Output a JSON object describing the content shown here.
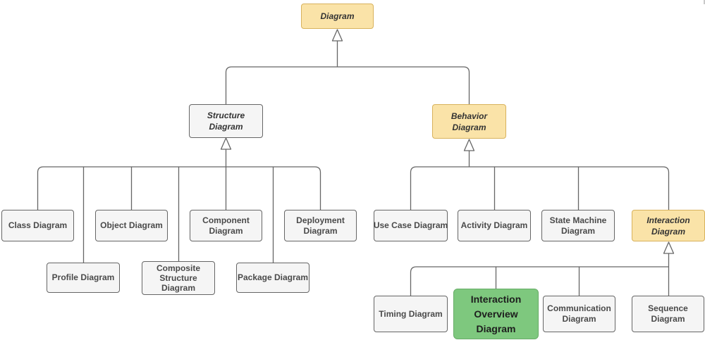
{
  "diagram_type": "uml-diagram-taxonomy-tree",
  "colors": {
    "category_fill": "#FAE3A8",
    "category_border": "#D8B25C",
    "node_fill": "#F5F5F5",
    "node_border": "#666666",
    "highlight_fill": "#7EC87E",
    "highlight_border": "#67AC67",
    "connector": "#666666"
  },
  "nodes": {
    "diagram": {
      "label": "Diagram",
      "lines": [
        "Diagram"
      ],
      "emphasis": "category-yellow"
    },
    "structure_diagram": {
      "label": "Structure Diagram",
      "lines": [
        "Structure",
        "Diagram"
      ],
      "emphasis": "category-gray"
    },
    "behavior_diagram": {
      "label": "Behavior Diagram",
      "lines": [
        "Behavior",
        "Diagram"
      ],
      "emphasis": "category-yellow"
    },
    "class_diagram": {
      "label": "Class Diagram",
      "lines": [
        "Class Diagram"
      ],
      "emphasis": "normal"
    },
    "object_diagram": {
      "label": "Object Diagram",
      "lines": [
        "Object Diagram"
      ],
      "emphasis": "normal"
    },
    "component_diagram": {
      "label": "Component Diagram",
      "lines": [
        "Component",
        "Diagram"
      ],
      "emphasis": "normal"
    },
    "deployment_diagram": {
      "label": "Deployment Diagram",
      "lines": [
        "Deployment",
        "Diagram"
      ],
      "emphasis": "normal"
    },
    "profile_diagram": {
      "label": "Profile Diagram",
      "lines": [
        "Profile Diagram"
      ],
      "emphasis": "normal"
    },
    "composite_structure_diagram": {
      "label": "Composite Structure Diagram",
      "lines": [
        "Composite",
        "Structure",
        "Diagram"
      ],
      "emphasis": "normal"
    },
    "package_diagram": {
      "label": "Package Diagram",
      "lines": [
        "Package Diagram"
      ],
      "emphasis": "normal"
    },
    "use_case_diagram": {
      "label": "Use Case Diagram",
      "lines": [
        "Use Case Diagram"
      ],
      "emphasis": "normal"
    },
    "activity_diagram": {
      "label": "Activity Diagram",
      "lines": [
        "Activity Diagram"
      ],
      "emphasis": "normal"
    },
    "state_machine_diagram": {
      "label": "State Machine Diagram",
      "lines": [
        "State Machine",
        "Diagram"
      ],
      "emphasis": "normal"
    },
    "interaction_diagram": {
      "label": "Interaction Diagram",
      "lines": [
        "Interaction",
        "Diagram"
      ],
      "emphasis": "category-yellow"
    },
    "timing_diagram": {
      "label": "Timing Diagram",
      "lines": [
        "Timing Diagram"
      ],
      "emphasis": "normal"
    },
    "interaction_overview_diagram": {
      "label": "Interaction Overview Diagram",
      "lines": [
        "Interaction",
        "Overview",
        "Diagram"
      ],
      "emphasis": "highlight-green"
    },
    "communication_diagram": {
      "label": "Communication Diagram",
      "lines": [
        "Communication",
        "Diagram"
      ],
      "emphasis": "normal"
    },
    "sequence_diagram": {
      "label": "Sequence Diagram",
      "lines": [
        "Sequence",
        "Diagram"
      ],
      "emphasis": "normal"
    }
  },
  "edges": [
    {
      "parent": "Diagram",
      "child": "Structure Diagram",
      "type": "generalization"
    },
    {
      "parent": "Diagram",
      "child": "Behavior Diagram",
      "type": "generalization"
    },
    {
      "parent": "Structure Diagram",
      "child": "Class Diagram",
      "type": "generalization"
    },
    {
      "parent": "Structure Diagram",
      "child": "Profile Diagram",
      "type": "generalization"
    },
    {
      "parent": "Structure Diagram",
      "child": "Object Diagram",
      "type": "generalization"
    },
    {
      "parent": "Structure Diagram",
      "child": "Composite Structure Diagram",
      "type": "generalization"
    },
    {
      "parent": "Structure Diagram",
      "child": "Component Diagram",
      "type": "generalization"
    },
    {
      "parent": "Structure Diagram",
      "child": "Package Diagram",
      "type": "generalization"
    },
    {
      "parent": "Structure Diagram",
      "child": "Deployment Diagram",
      "type": "generalization"
    },
    {
      "parent": "Behavior Diagram",
      "child": "Use Case Diagram",
      "type": "generalization"
    },
    {
      "parent": "Behavior Diagram",
      "child": "Activity Diagram",
      "type": "generalization"
    },
    {
      "parent": "Behavior Diagram",
      "child": "State Machine Diagram",
      "type": "generalization"
    },
    {
      "parent": "Behavior Diagram",
      "child": "Interaction Diagram",
      "type": "generalization"
    },
    {
      "parent": "Interaction Diagram",
      "child": "Timing Diagram",
      "type": "generalization"
    },
    {
      "parent": "Interaction Diagram",
      "child": "Interaction Overview Diagram",
      "type": "generalization"
    },
    {
      "parent": "Interaction Diagram",
      "child": "Communication Diagram",
      "type": "generalization"
    },
    {
      "parent": "Interaction Diagram",
      "child": "Sequence Diagram",
      "type": "generalization"
    }
  ]
}
